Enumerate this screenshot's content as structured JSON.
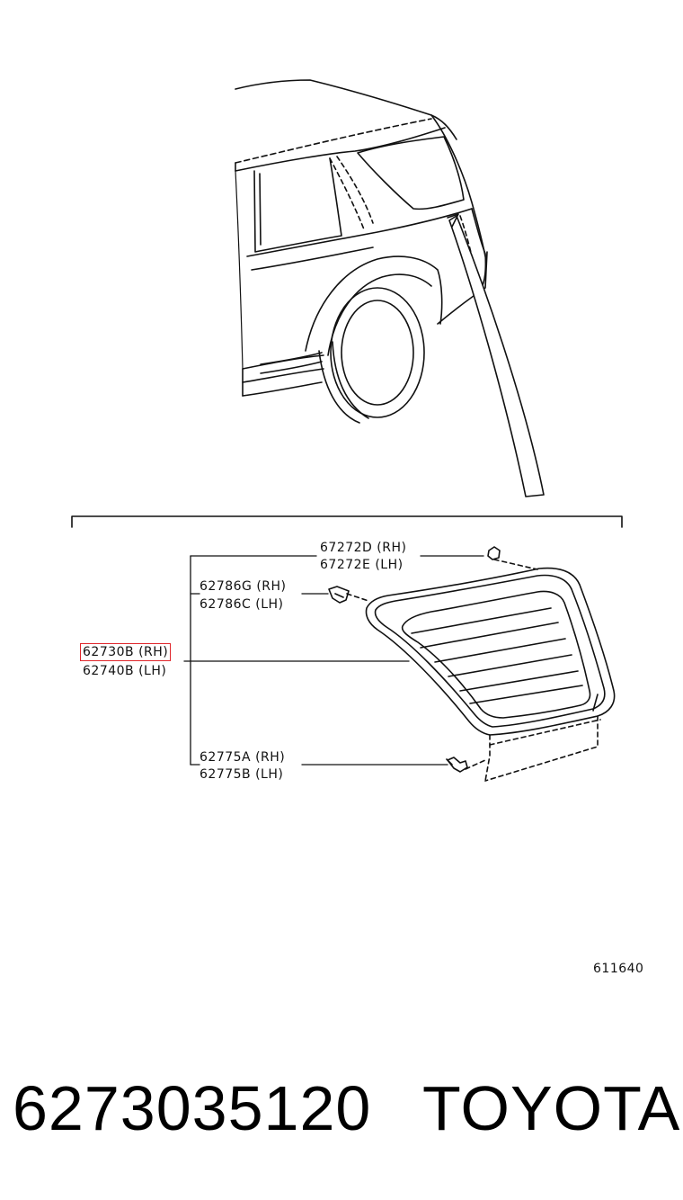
{
  "labels": {
    "clip_rh": "67272D (RH)",
    "clip_lh": "67272E (LH)",
    "retainer_rh": "62786G (RH)",
    "retainer_lh": "62786C (LH)",
    "panel_rh": "62730B (RH)",
    "panel_lh": "62740B (LH)",
    "clamp_rh": "62775A (RH)",
    "clamp_lh": "62775B (LH)"
  },
  "figure_id": "611640",
  "part_number": "6273035120",
  "brand": "TOYOTA",
  "colors": {
    "line": "#111111",
    "highlight": "#e0262b",
    "background": "#ffffff"
  }
}
